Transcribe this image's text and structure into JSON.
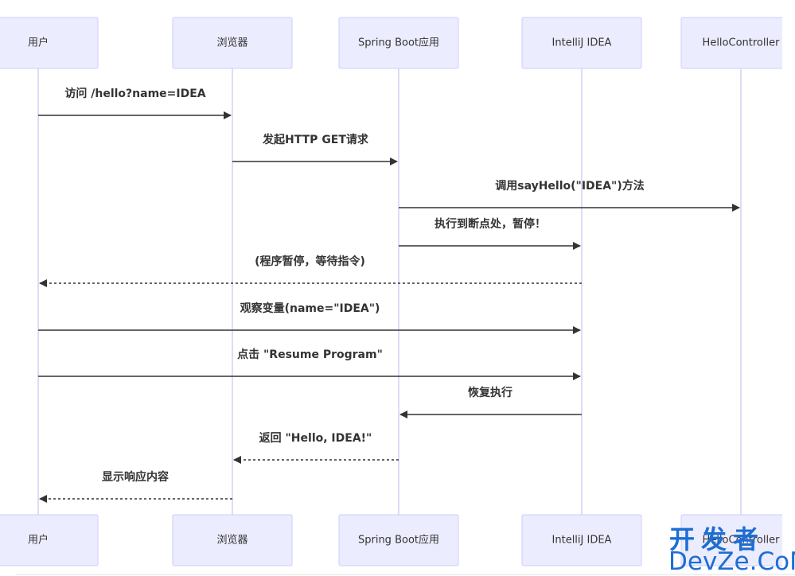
{
  "participants": [
    {
      "id": "user",
      "label": "用户"
    },
    {
      "id": "browser",
      "label": "浏览器"
    },
    {
      "id": "app",
      "label": "Spring Boot应用"
    },
    {
      "id": "idea",
      "label": "IntelliJ IDEA"
    },
    {
      "id": "controller",
      "label": "HelloController"
    }
  ],
  "messages": [
    {
      "from": "user",
      "to": "browser",
      "text": "访问 /hello?name=IDEA",
      "style": "solid"
    },
    {
      "from": "browser",
      "to": "app",
      "text": "发起HTTP GET请求",
      "style": "solid"
    },
    {
      "from": "app",
      "to": "controller",
      "text": "调用sayHello(\"IDEA\")方法",
      "style": "solid"
    },
    {
      "from": "app",
      "to": "idea",
      "text": "执行到断点处，暂停！",
      "style": "solid"
    },
    {
      "from": "idea",
      "to": "user",
      "text": "(程序暂停，等待指令)",
      "style": "dashed"
    },
    {
      "from": "user",
      "to": "idea",
      "text": "观察变量(name=\"IDEA\")",
      "style": "solid"
    },
    {
      "from": "user",
      "to": "idea",
      "text": "点击 \"Resume Program\"",
      "style": "solid"
    },
    {
      "from": "idea",
      "to": "app",
      "text": "恢复执行",
      "style": "solid"
    },
    {
      "from": "app",
      "to": "browser",
      "text": "返回 \"Hello, IDEA!\"",
      "style": "dashed"
    },
    {
      "from": "browser",
      "to": "user",
      "text": "显示响应内容",
      "style": "dashed"
    }
  ],
  "watermark": {
    "line1": "开发者",
    "line2": "DevZe.CoM"
  },
  "colors": {
    "actor_fill": "#ececff",
    "actor_border": "#ccccff",
    "lifeline": "#cbc3ee",
    "arrow": "#333333",
    "watermark": "#1d6ed3"
  }
}
